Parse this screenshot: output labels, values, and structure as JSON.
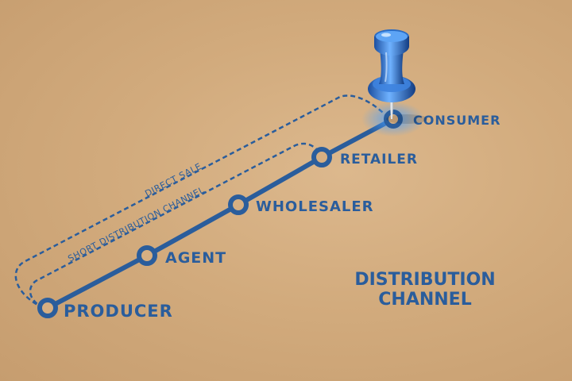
{
  "colors": {
    "ink": "#2a5d9c",
    "paper": "#d6af82",
    "pin": "#2f6fc9"
  },
  "diagram": {
    "title_line1": "DISTRIBUTION",
    "title_line2": "CHANNEL",
    "nodes": {
      "producer": "PRODUCER",
      "agent": "AGENT",
      "wholesaler": "WHOLESALER",
      "retailer": "RETAILER",
      "consumer": "CONSUMER"
    },
    "channels": {
      "direct": "DIRECT SALE",
      "short": "SHORT DISTRIBUTION CHANNEL"
    },
    "pin_icon": "pushpin-icon"
  }
}
